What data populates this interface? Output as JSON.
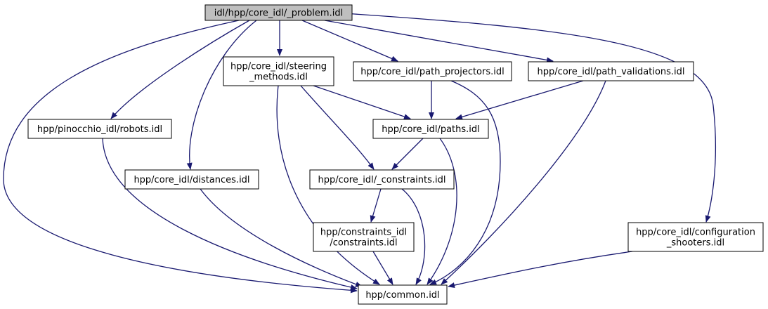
{
  "colors": {
    "edge": "#191970",
    "root_fill": "#bfbfbf",
    "node_fill": "#ffffff",
    "node_stroke": "#000000"
  },
  "nodes": [
    {
      "id": "problem",
      "lines": [
        "idl/hpp/core_idl/_problem.idl"
      ],
      "root": true
    },
    {
      "id": "steering",
      "lines": [
        "hpp/core_idl/steering",
        "_methods.idl"
      ]
    },
    {
      "id": "projectors",
      "lines": [
        "hpp/core_idl/path_projectors.idl"
      ]
    },
    {
      "id": "validations",
      "lines": [
        "hpp/core_idl/path_validations.idl"
      ]
    },
    {
      "id": "robots",
      "lines": [
        "hpp/pinocchio_idl/robots.idl"
      ]
    },
    {
      "id": "paths",
      "lines": [
        "hpp/core_idl/paths.idl"
      ]
    },
    {
      "id": "distances",
      "lines": [
        "hpp/core_idl/distances.idl"
      ]
    },
    {
      "id": "constraints",
      "lines": [
        "hpp/core_idl/_constraints.idl"
      ]
    },
    {
      "id": "constraints_idl",
      "lines": [
        "hpp/constraints_idl",
        "/constraints.idl"
      ]
    },
    {
      "id": "config_shooters",
      "lines": [
        "hpp/core_idl/configuration",
        "_shooters.idl"
      ]
    },
    {
      "id": "common",
      "lines": [
        "hpp/common.idl"
      ]
    }
  ],
  "edges": [
    {
      "from": "problem",
      "to": "steering"
    },
    {
      "from": "problem",
      "to": "projectors"
    },
    {
      "from": "problem",
      "to": "validations"
    },
    {
      "from": "problem",
      "to": "robots"
    },
    {
      "from": "problem",
      "to": "distances"
    },
    {
      "from": "problem",
      "to": "common"
    },
    {
      "from": "problem",
      "to": "config_shooters"
    },
    {
      "from": "steering",
      "to": "paths"
    },
    {
      "from": "steering",
      "to": "constraints"
    },
    {
      "from": "steering",
      "to": "common"
    },
    {
      "from": "projectors",
      "to": "paths"
    },
    {
      "from": "projectors",
      "to": "common"
    },
    {
      "from": "validations",
      "to": "paths"
    },
    {
      "from": "validations",
      "to": "common"
    },
    {
      "from": "robots",
      "to": "common"
    },
    {
      "from": "paths",
      "to": "constraints"
    },
    {
      "from": "paths",
      "to": "common"
    },
    {
      "from": "distances",
      "to": "common"
    },
    {
      "from": "constraints",
      "to": "constraints_idl"
    },
    {
      "from": "constraints",
      "to": "common"
    },
    {
      "from": "constraints_idl",
      "to": "common"
    },
    {
      "from": "config_shooters",
      "to": "common"
    }
  ]
}
